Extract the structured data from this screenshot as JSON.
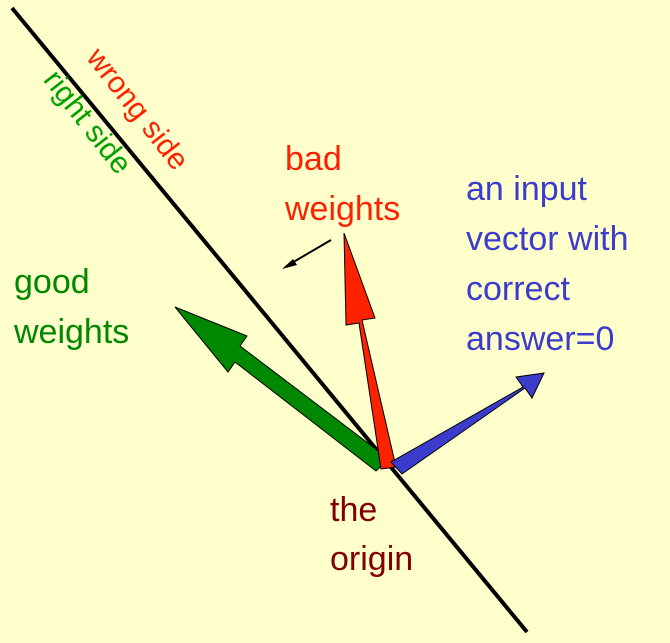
{
  "colors": {
    "background": "#ffffcc",
    "boundary": "#000000",
    "wrong_side": "#ff2200",
    "right_side": "#00a000",
    "bad_weights": "#ff2200",
    "good_weights": "#008800",
    "input_vector": "#3b3bcc",
    "origin_label": "#800000"
  },
  "labels": {
    "wrong_side": "wrong side",
    "right_side": "right side",
    "bad_weights": [
      "bad",
      "weights"
    ],
    "good_weights": [
      "good",
      "weights"
    ],
    "input_vector": [
      "an input",
      "vector with",
      "correct",
      "answer=0"
    ],
    "origin": [
      "the",
      "origin"
    ]
  }
}
